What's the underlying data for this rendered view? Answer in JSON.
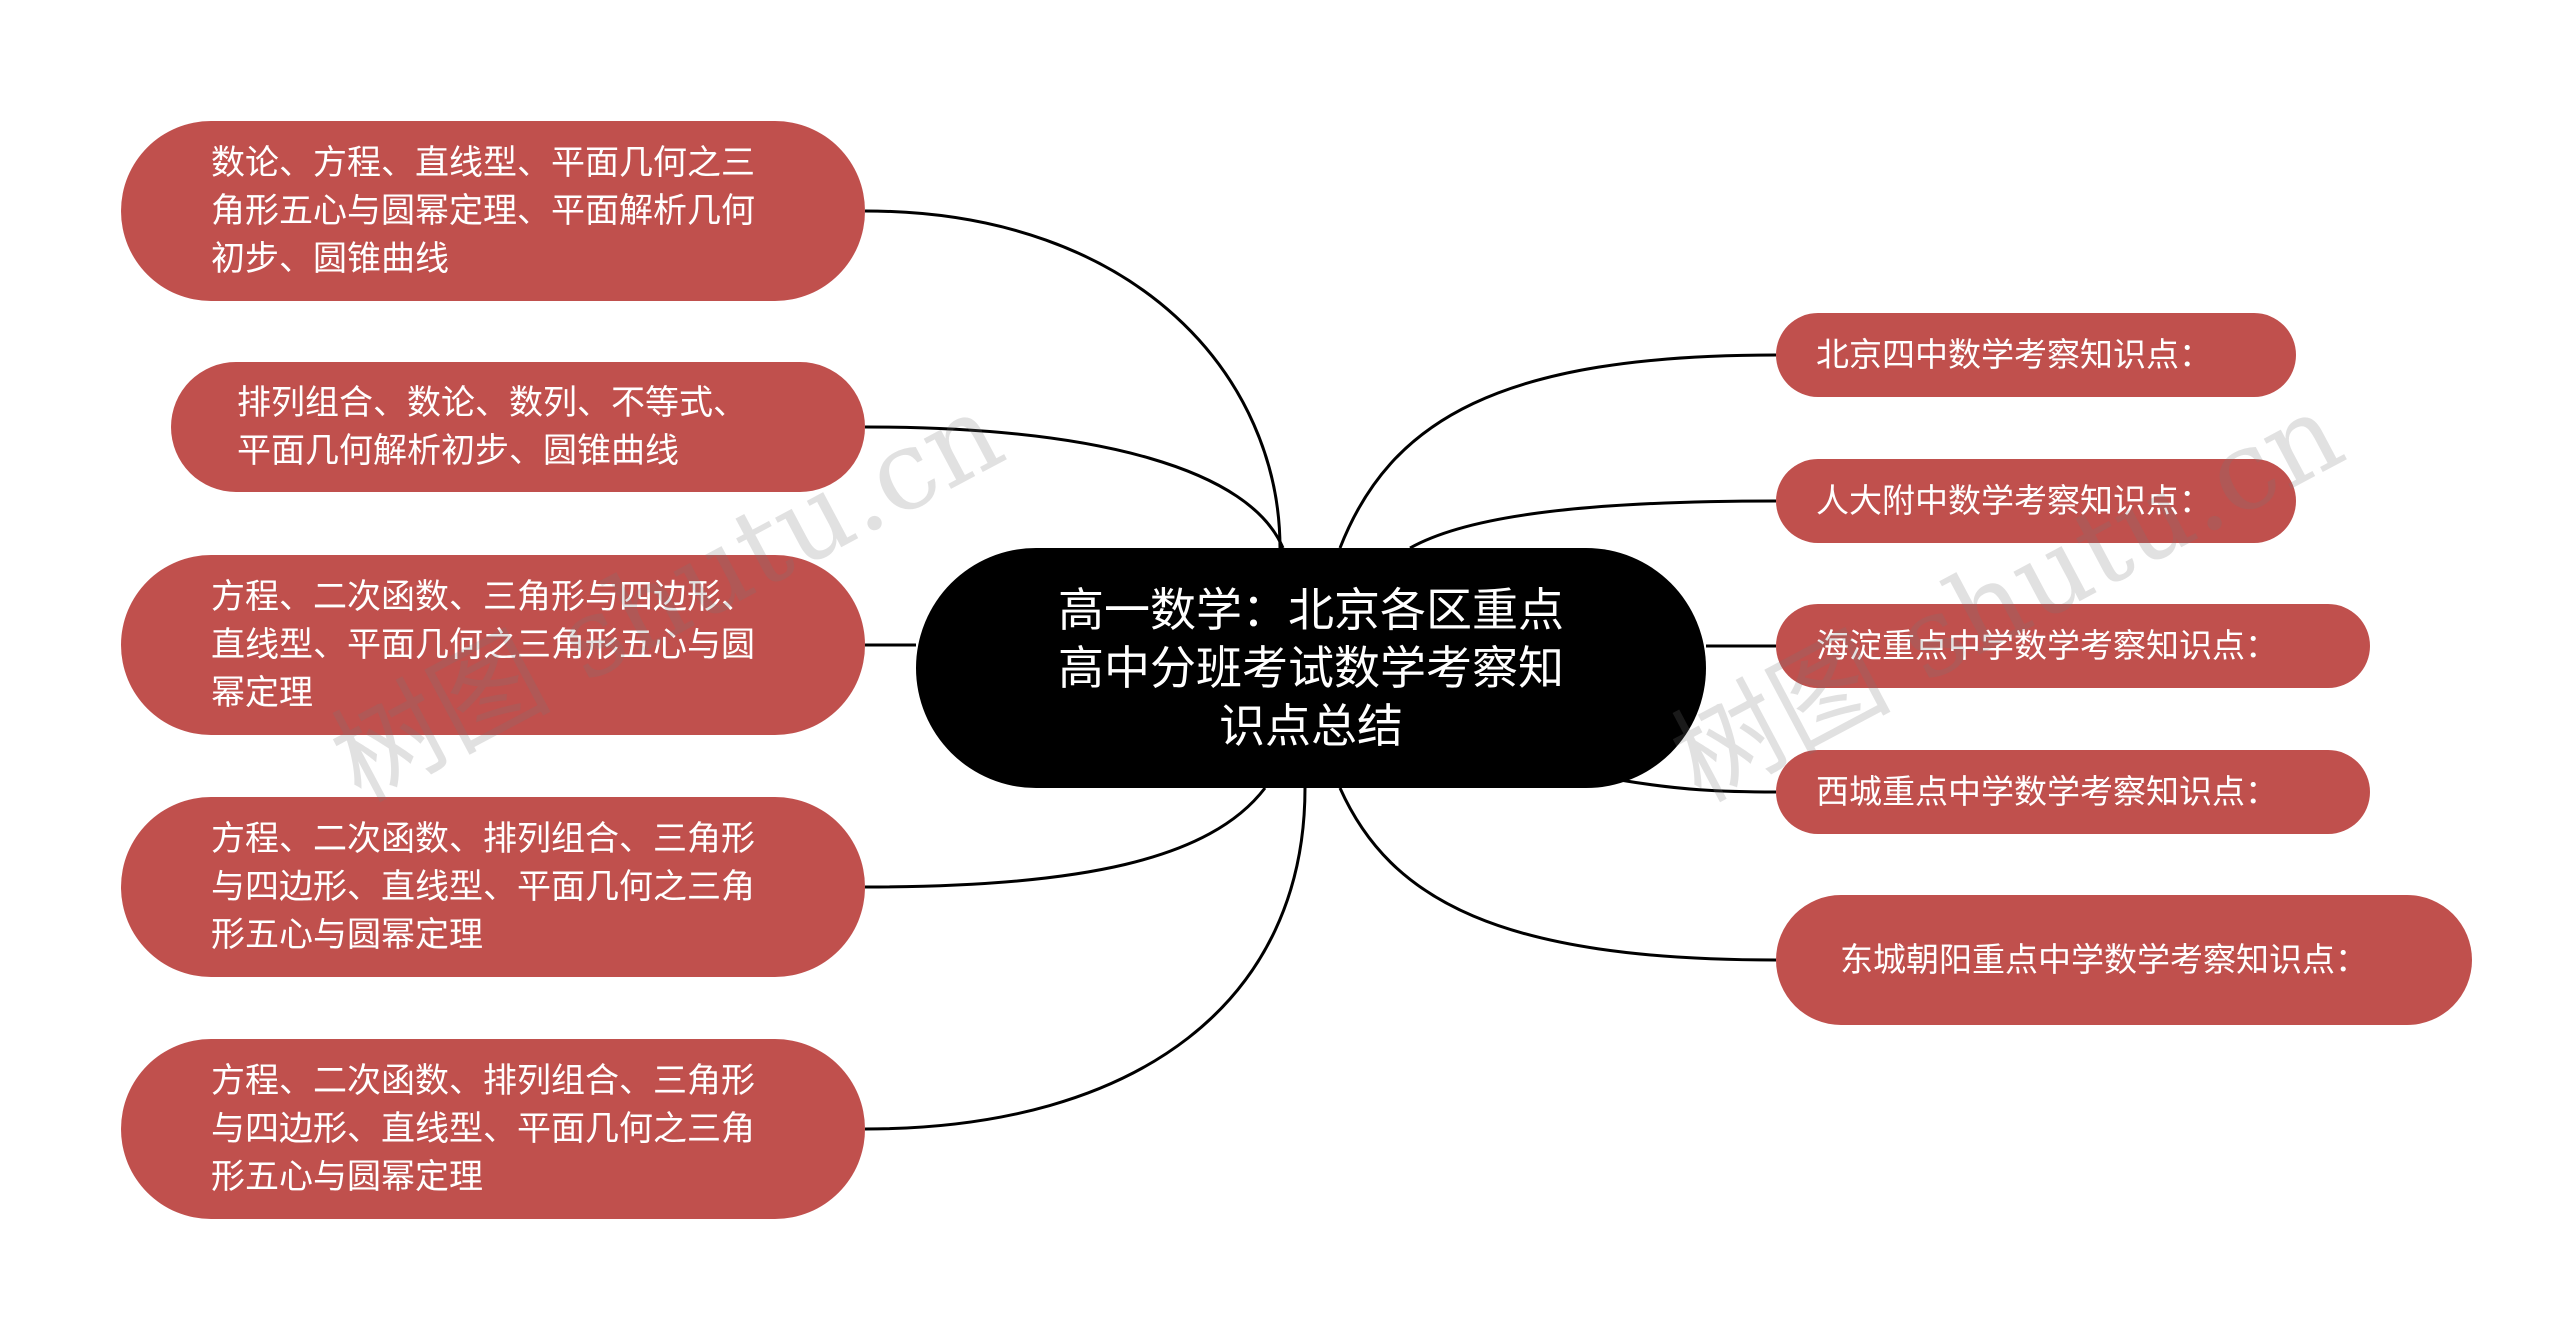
{
  "center": {
    "label": "高一数学：北京各区重点高中分班考试数学考察知识点总结"
  },
  "left_nodes": [
    {
      "label": "数论、方程、直线型、平面几何之三角形五心与圆幂定理、平面解析几何初步、圆锥曲线"
    },
    {
      "label": "排列组合、数论、数列、不等式、平面几何解析初步、圆锥曲线"
    },
    {
      "label": "方程、二次函数、三角形与四边形、直线型、平面几何之三角形五心与圆幂定理"
    },
    {
      "label": "方程、二次函数、排列组合、三角形与四边形、直线型、平面几何之三角形五心与圆幂定理"
    },
    {
      "label": "方程、二次函数、排列组合、三角形与四边形、直线型、平面几何之三角形五心与圆幂定理"
    }
  ],
  "right_nodes": [
    {
      "label": "北京四中数学考察知识点："
    },
    {
      "label": "人大附中数学考察知识点："
    },
    {
      "label": "海淀重点中学数学考察知识点："
    },
    {
      "label": "西城重点中学数学考察知识点："
    },
    {
      "label": "东城朝阳重点中学数学考察知识点："
    }
  ],
  "watermark": {
    "text": "树图 shutu.cn"
  },
  "colors": {
    "center_fill": "#000000",
    "leaf_fill": "#c0504d",
    "text": "#ffffff",
    "link": "#000000",
    "background": "#ffffff"
  }
}
